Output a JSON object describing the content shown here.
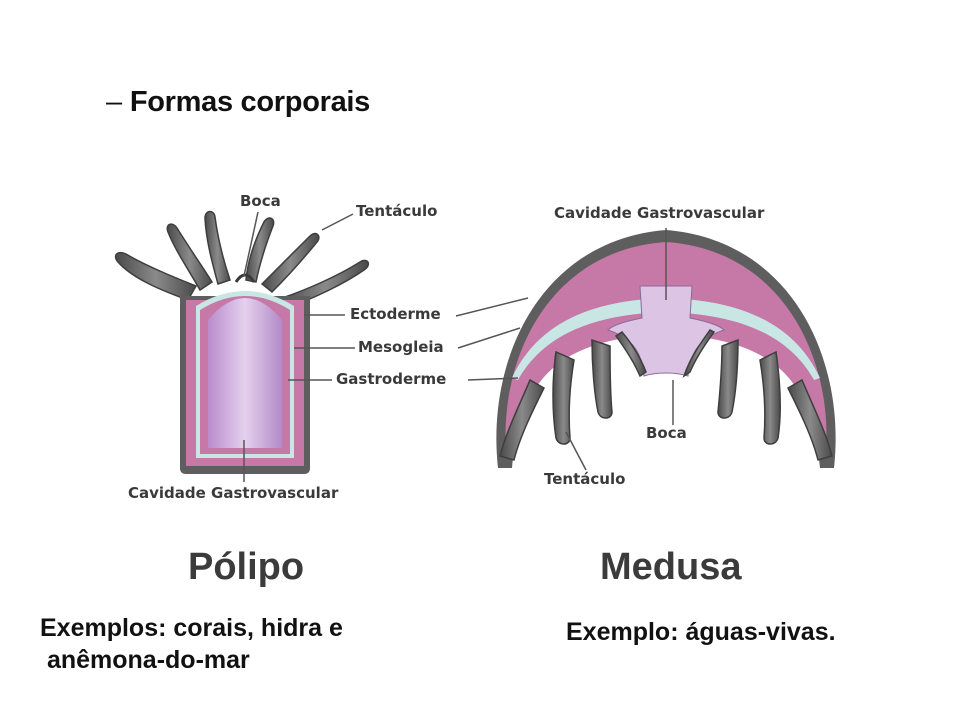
{
  "heading": {
    "dash": "–",
    "title": "Formas corporais"
  },
  "polyp": {
    "caption": "Pólipo",
    "labels": {
      "mouth": "Boca",
      "tentacle": "Tentáculo",
      "ectoderm": "Ectoderme",
      "mesoglea": "Mesogleia",
      "gastroderm": "Gastroderme",
      "cavity": "Cavidade Gastrovascular"
    },
    "examples": [
      "Exemplos: corais, hidra e",
      " anêmona-do-mar"
    ]
  },
  "medusa": {
    "caption": "Medusa",
    "labels": {
      "cavity": "Cavidade Gastrovascular",
      "mouth": "Boca",
      "tentacle": "Tentáculo"
    },
    "examples": [
      "Exemplo: águas-vivas."
    ]
  },
  "colors": {
    "ectoderm": "#5e5e5e",
    "mesoglea": "#c8e6e4",
    "gastroderm": "#c678a6",
    "cavity": "#dcc4e4",
    "leader": "#555555"
  }
}
